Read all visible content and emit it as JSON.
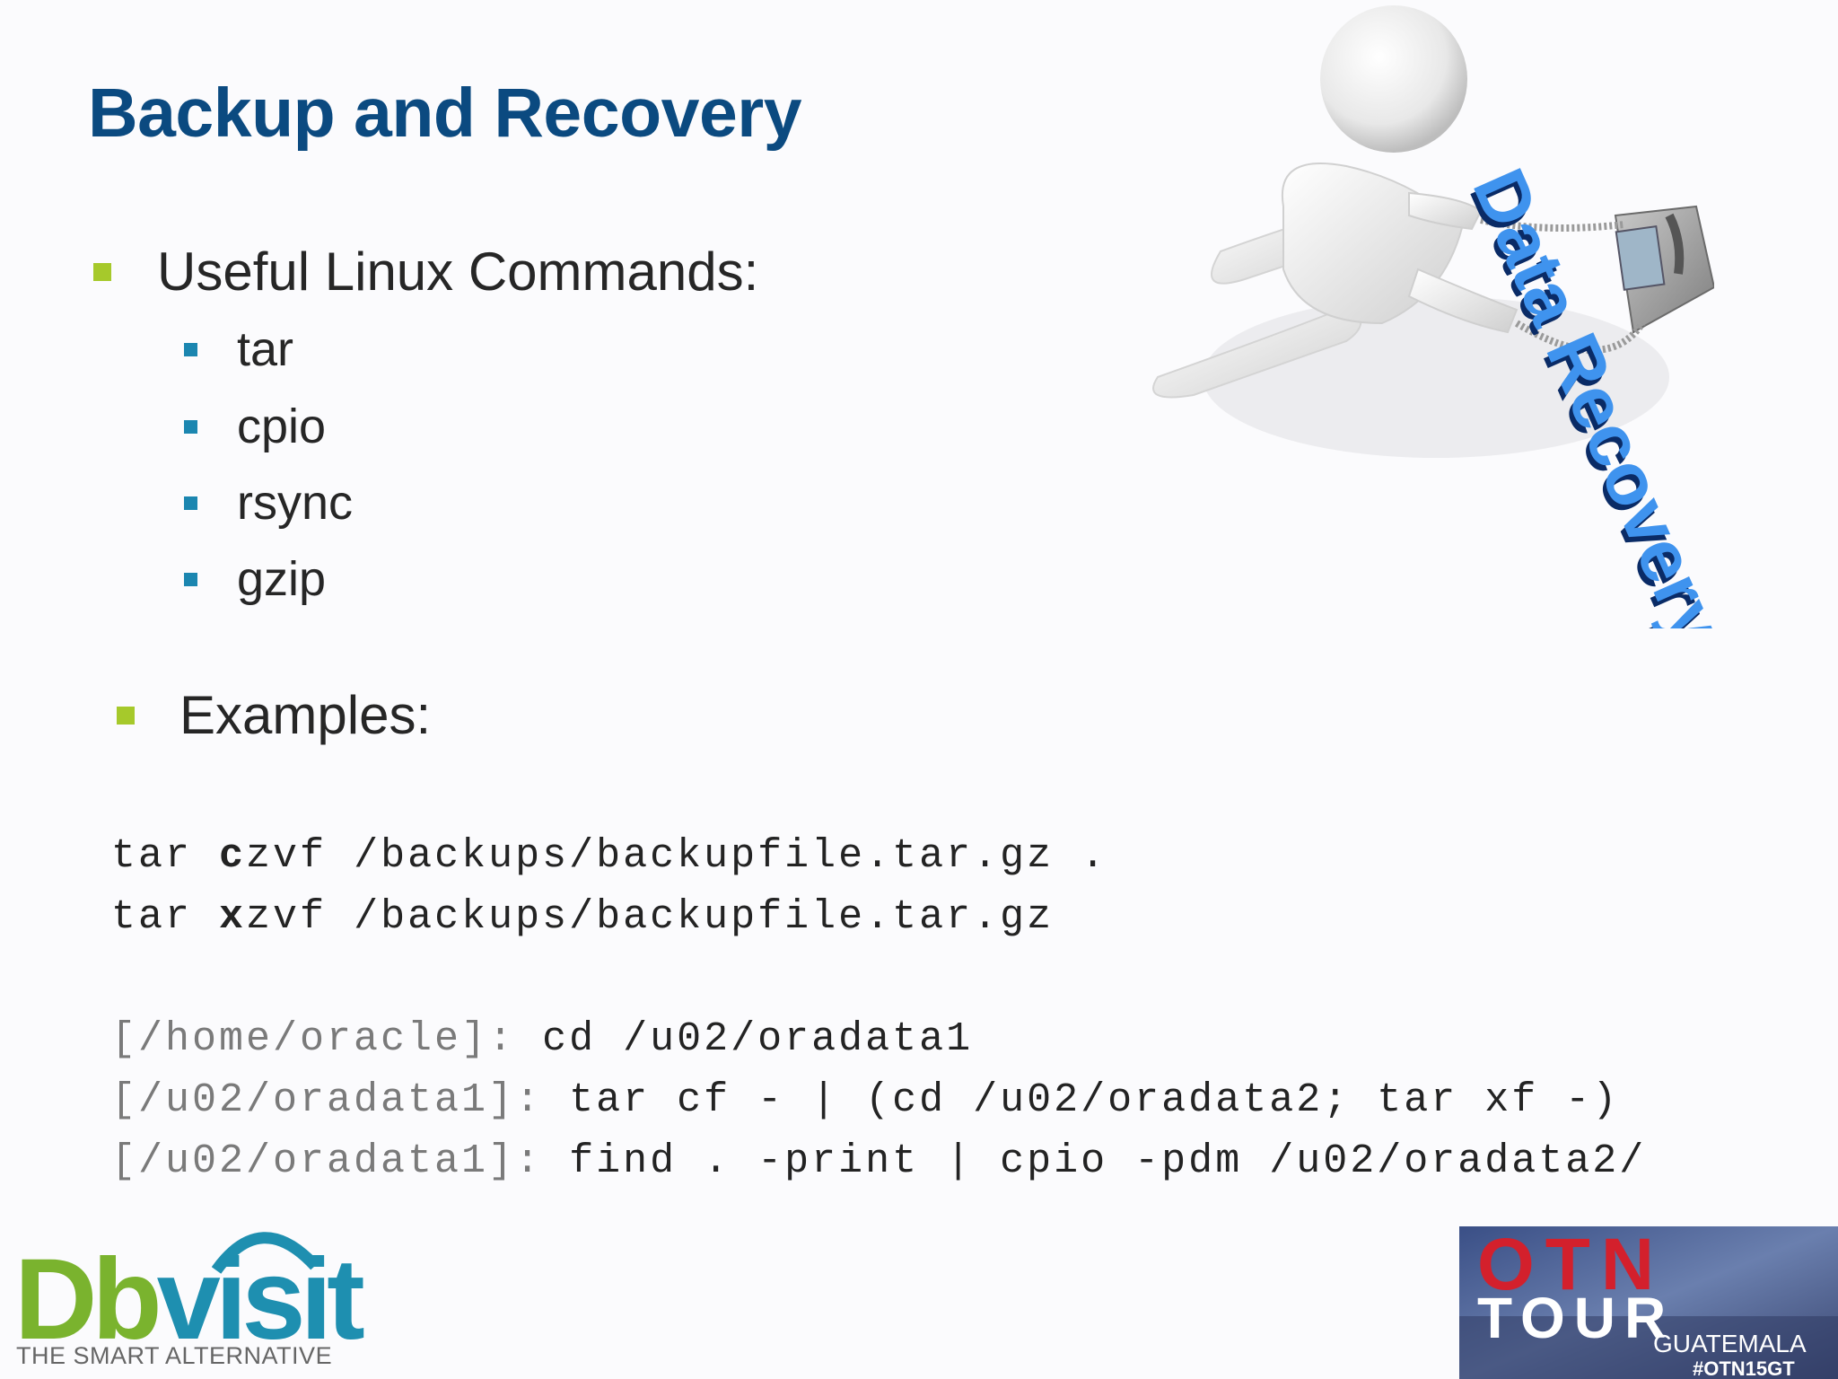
{
  "slide": {
    "title": "Backup and Recovery",
    "section1": {
      "heading": "Useful Linux Commands:",
      "items": [
        "tar",
        "cpio",
        "rsync",
        "gzip"
      ]
    },
    "section2": {
      "heading": "Examples:"
    },
    "code_lines": [
      {
        "prefix": "tar ",
        "bold": "c",
        "rest": "zvf /backups/backupfile.tar.gz ."
      },
      {
        "prefix": "tar ",
        "bold": "x",
        "rest": "zvf /backups/backupfile.tar.gz"
      }
    ],
    "shell_lines": [
      {
        "prompt": "[/home/oracle]:",
        "command": " cd /u02/oradata1"
      },
      {
        "prompt": "[/u02/oradata1]:",
        "command": " tar cf - | (cd /u02/oradata2; tar xf -)"
      },
      {
        "prompt": "[/u02/oradata1]:",
        "command": " find . -print | cpio -pdm /u02/oradata2/"
      }
    ],
    "illustration": {
      "label": "Data Recovery"
    }
  },
  "logo": {
    "name": "Dbvisit",
    "name_part1": "Db",
    "name_part2": "visit",
    "tagline": "THE SMART ALTERNATIVE"
  },
  "badge": {
    "line1": "OTN",
    "line2": "TOUR",
    "line3": "GUATEMALA",
    "hashtag": "#OTN15GT"
  },
  "colors": {
    "title": "#0b4a80",
    "bullet_level1": "#a6c92b",
    "bullet_level2": "#1b86b0",
    "badge_red": "#d3202c"
  }
}
